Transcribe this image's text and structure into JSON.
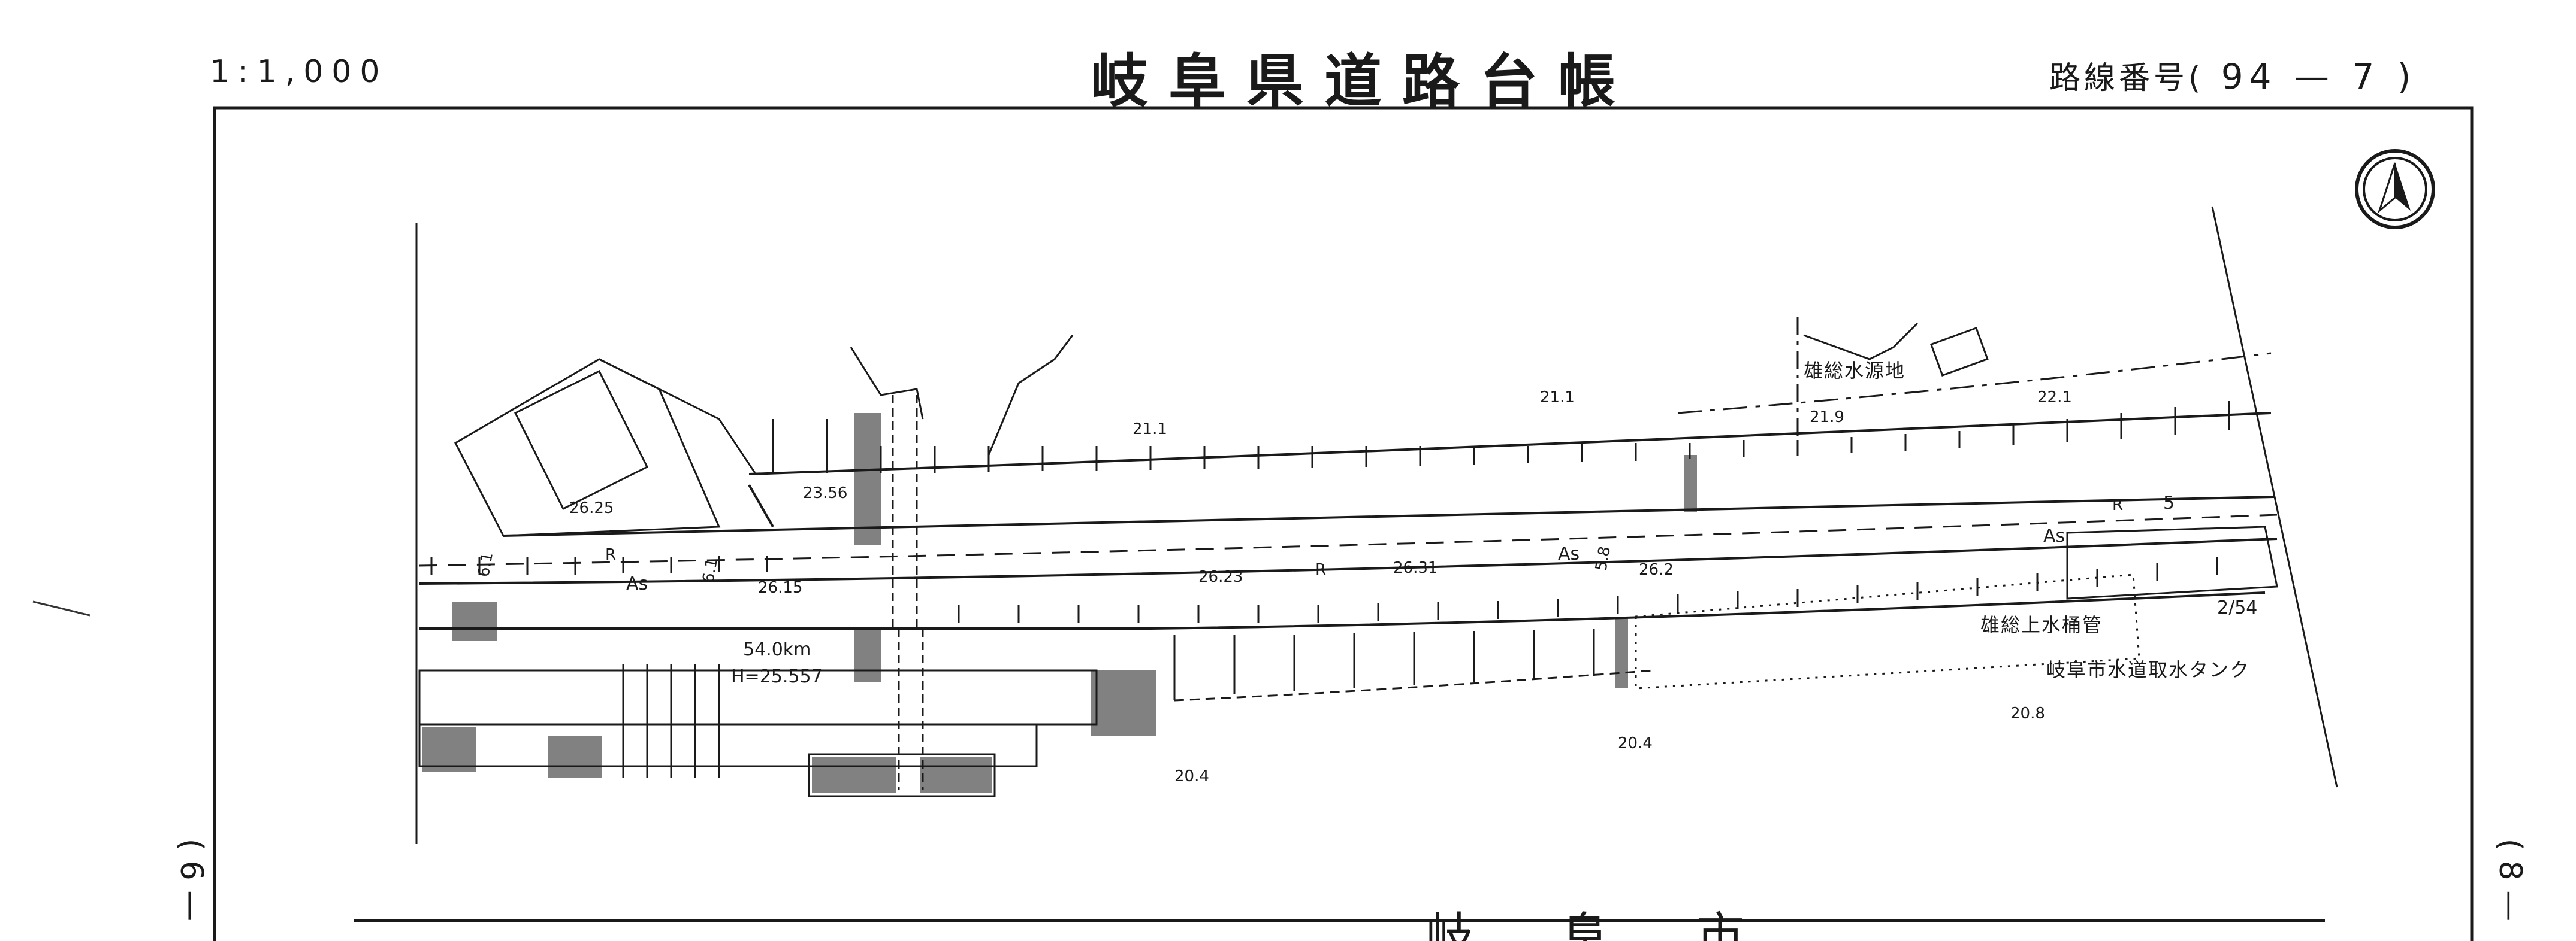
{
  "header": {
    "scale": "1:1,000",
    "title": "岐阜県道路台帳",
    "route_label": "路線番号(",
    "route_number": "94 — 7 )"
  },
  "side_labels": {
    "left": "( 6 —",
    "right": "( 8 —"
  },
  "map": {
    "place_labels": {
      "water_source": "雄総水源地",
      "water_pipe": "雄総上水桶管",
      "water_tank": "岐阜市水道取水タンク"
    },
    "km_post": "54.0km",
    "benchmark": "H=25.557",
    "pipe_code": "2/54",
    "elevations": [
      "21.1",
      "21.1",
      "21.9",
      "22.1",
      "23.56",
      "26.25",
      "26.15",
      "26.23",
      "26.31",
      "26.2",
      "20.4",
      "20.4",
      "20.8"
    ],
    "road_marks": {
      "pavement": "As",
      "radius": "R",
      "width_a": "6.1",
      "width_b": "5.8",
      "width_c": "5"
    },
    "bottom_caption": "岐 阜 市"
  },
  "colors": {
    "ink": "#1a1a1a",
    "paper": "#ffffff"
  },
  "icons": {
    "north_arrow": "north-arrow-icon"
  }
}
